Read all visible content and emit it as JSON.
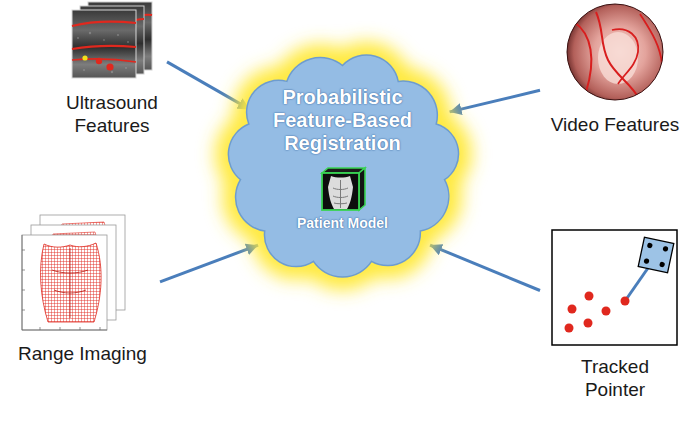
{
  "diagram": {
    "nodes": [
      {
        "text": [
          "Probabilistic Feature-Based Registration"
        ]
      },
      {
        "text": [
          "Patient Model"
        ],
        "in": 0
      },
      {
        "text": [
          "Ultrasound Features"
        ]
      },
      {
        "text": [
          "Video Features"
        ]
      },
      {
        "text": [
          "Range Imaging"
        ]
      },
      {
        "text": [
          "Tracked Pointer"
        ]
      }
    ],
    "edges": [
      {
        "from": 2,
        "to": 0,
        "arrow": "to"
      },
      {
        "from": 3,
        "to": 0,
        "arrow": "to"
      },
      {
        "from": 4,
        "to": 0,
        "arrow": "to"
      },
      {
        "from": 5,
        "to": 0,
        "arrow": "to"
      }
    ]
  }
}
